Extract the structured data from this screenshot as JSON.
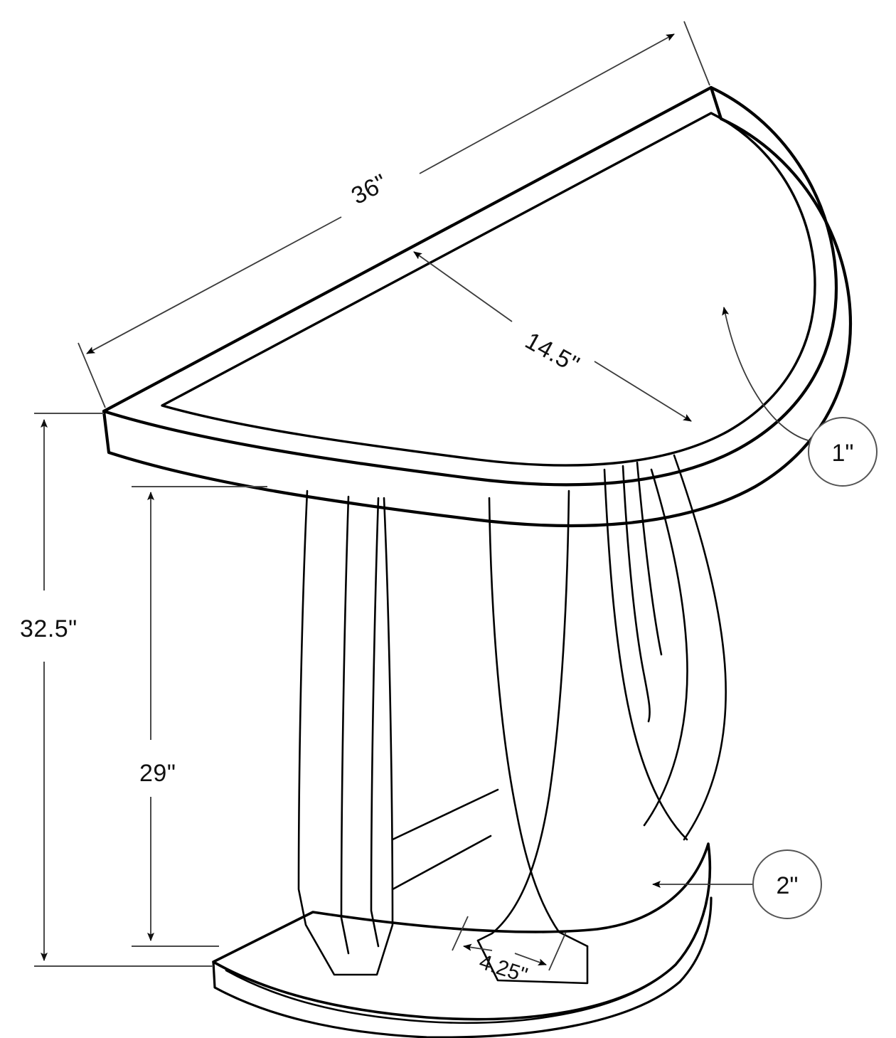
{
  "drawing": {
    "subject": "half-moon console table technical dimension drawing",
    "background_color": "#ffffff",
    "outline_color": "#000000",
    "dimension_line_color": "#4a4a4a",
    "leader_line_color": "#3a3a3a",
    "callout_stroke_color": "#555555"
  },
  "dimensions": {
    "top_width": "36\"",
    "top_depth": "14.5\"",
    "overall_height": "32.5\"",
    "leg_height": "29\"",
    "base_foot_width": "4.25\"",
    "top_thickness": "1\"",
    "base_thickness": "2\""
  },
  "labels": [
    {
      "id": "width-label",
      "text": "36\"",
      "kind": "linear-dimension"
    },
    {
      "id": "depth-label",
      "text": "14.5\"",
      "kind": "linear-dimension"
    },
    {
      "id": "height-label",
      "text": "32.5\"",
      "kind": "linear-dimension"
    },
    {
      "id": "leg-height-label",
      "text": "29\"",
      "kind": "linear-dimension"
    },
    {
      "id": "foot-label",
      "text": "4.25\"",
      "kind": "linear-dimension"
    },
    {
      "id": "top-thickness-callout",
      "text": "1\"",
      "kind": "balloon-callout"
    },
    {
      "id": "base-thickness-callout",
      "text": "2\"",
      "kind": "balloon-callout"
    }
  ]
}
